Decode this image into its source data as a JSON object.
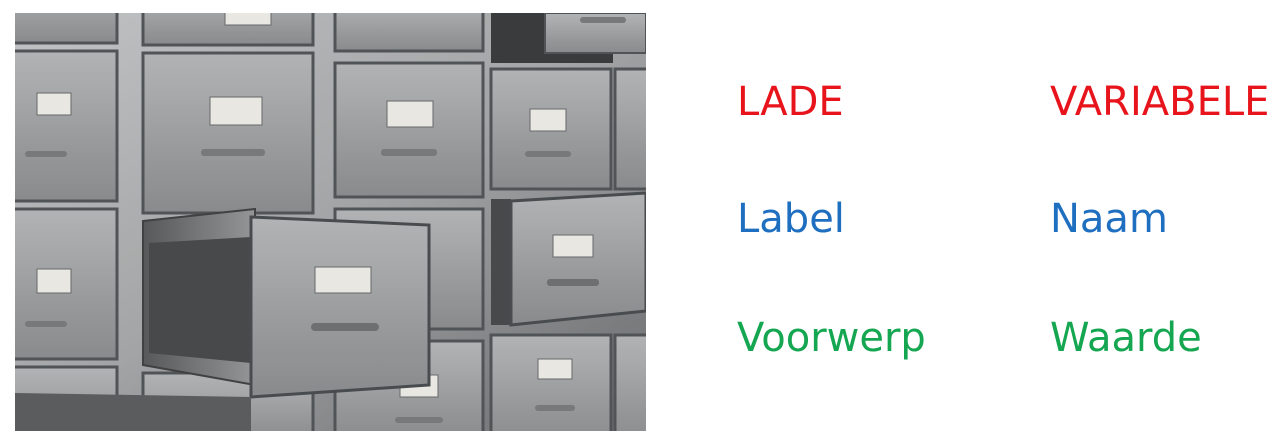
{
  "colors": {
    "red": "#e8141c",
    "blue": "#1f6fc0",
    "green": "#14a650"
  },
  "rows": [
    {
      "left": "LADE",
      "right": "VARIABELE",
      "color": "red"
    },
    {
      "left": "Label",
      "right": "Naam",
      "color": "blue"
    },
    {
      "left": "Voorwerp",
      "right": "Waarde",
      "color": "green"
    }
  ]
}
